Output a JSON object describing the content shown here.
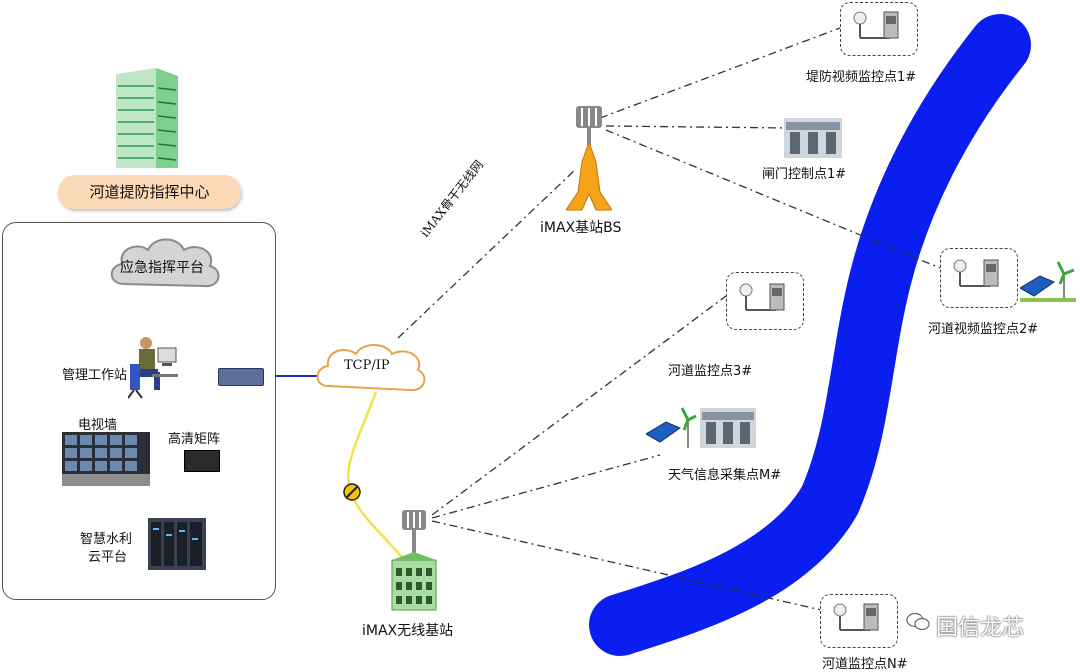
{
  "command_center": "河道提防指挥中心",
  "platform": {
    "emergency": "应急指挥平台",
    "workstation": "管理工作站",
    "tv_wall": "电视墙",
    "hd_matrix": "高清矩阵",
    "cloud": [
      "智慧水利",
      "云平台"
    ]
  },
  "network": {
    "tcpip": "TCP/IP",
    "backbone": "iMAX骨干无线网"
  },
  "stations": {
    "bs": "iMAX基站BS",
    "wireless": "iMAX无线基站"
  },
  "points": {
    "embankment_video_1": "堤防视频监控点1#",
    "gate_control_1": "闸门控制点1#",
    "river_video_2": "河道视频监控点2#",
    "river_monitor_3": "河道监控点3#",
    "weather_m": "天气信息采集点M#",
    "river_monitor_n": "河道监控点N#"
  },
  "watermark": "国信龙芯",
  "colors": {
    "river": "#0a1ef0",
    "pill": "#fcd9b6",
    "link_blue": "#1a2fbf",
    "link_yellow": "#f0e34a"
  }
}
